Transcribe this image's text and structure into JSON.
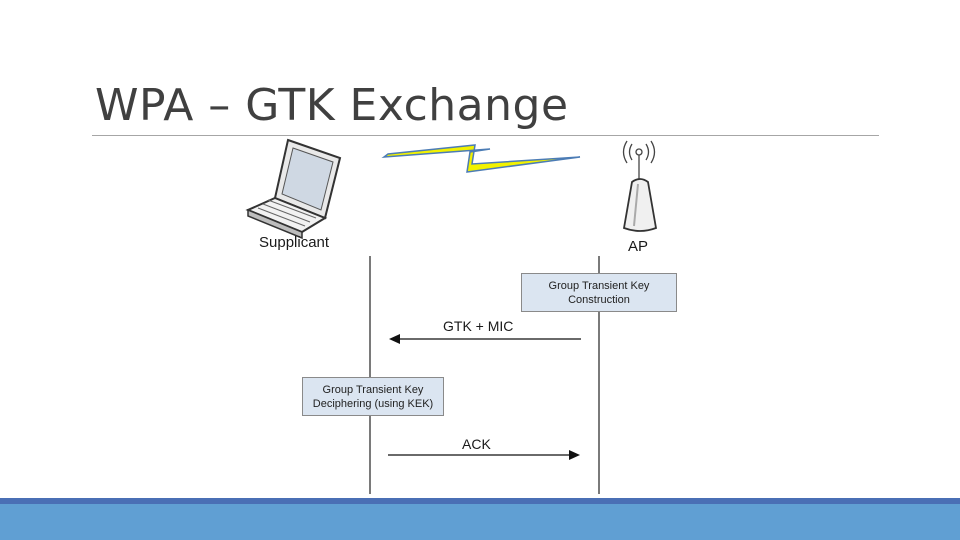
{
  "slide": {
    "title": "WPA – GTK Exchange"
  },
  "diagram": {
    "supplicant_label": "Supplicant",
    "ap_label": "AP",
    "construction_box": [
      "Group Transient Key",
      "Construction"
    ],
    "deciphering_box": [
      "Group Transient Key",
      "Deciphering (using KEK)"
    ],
    "messages": {
      "gtk_mic": "GTK + MIC",
      "ack": "ACK"
    },
    "colors": {
      "box_fill": "#dbe5f1",
      "lightning": "#f2f200",
      "footer": "#609fd3"
    }
  }
}
